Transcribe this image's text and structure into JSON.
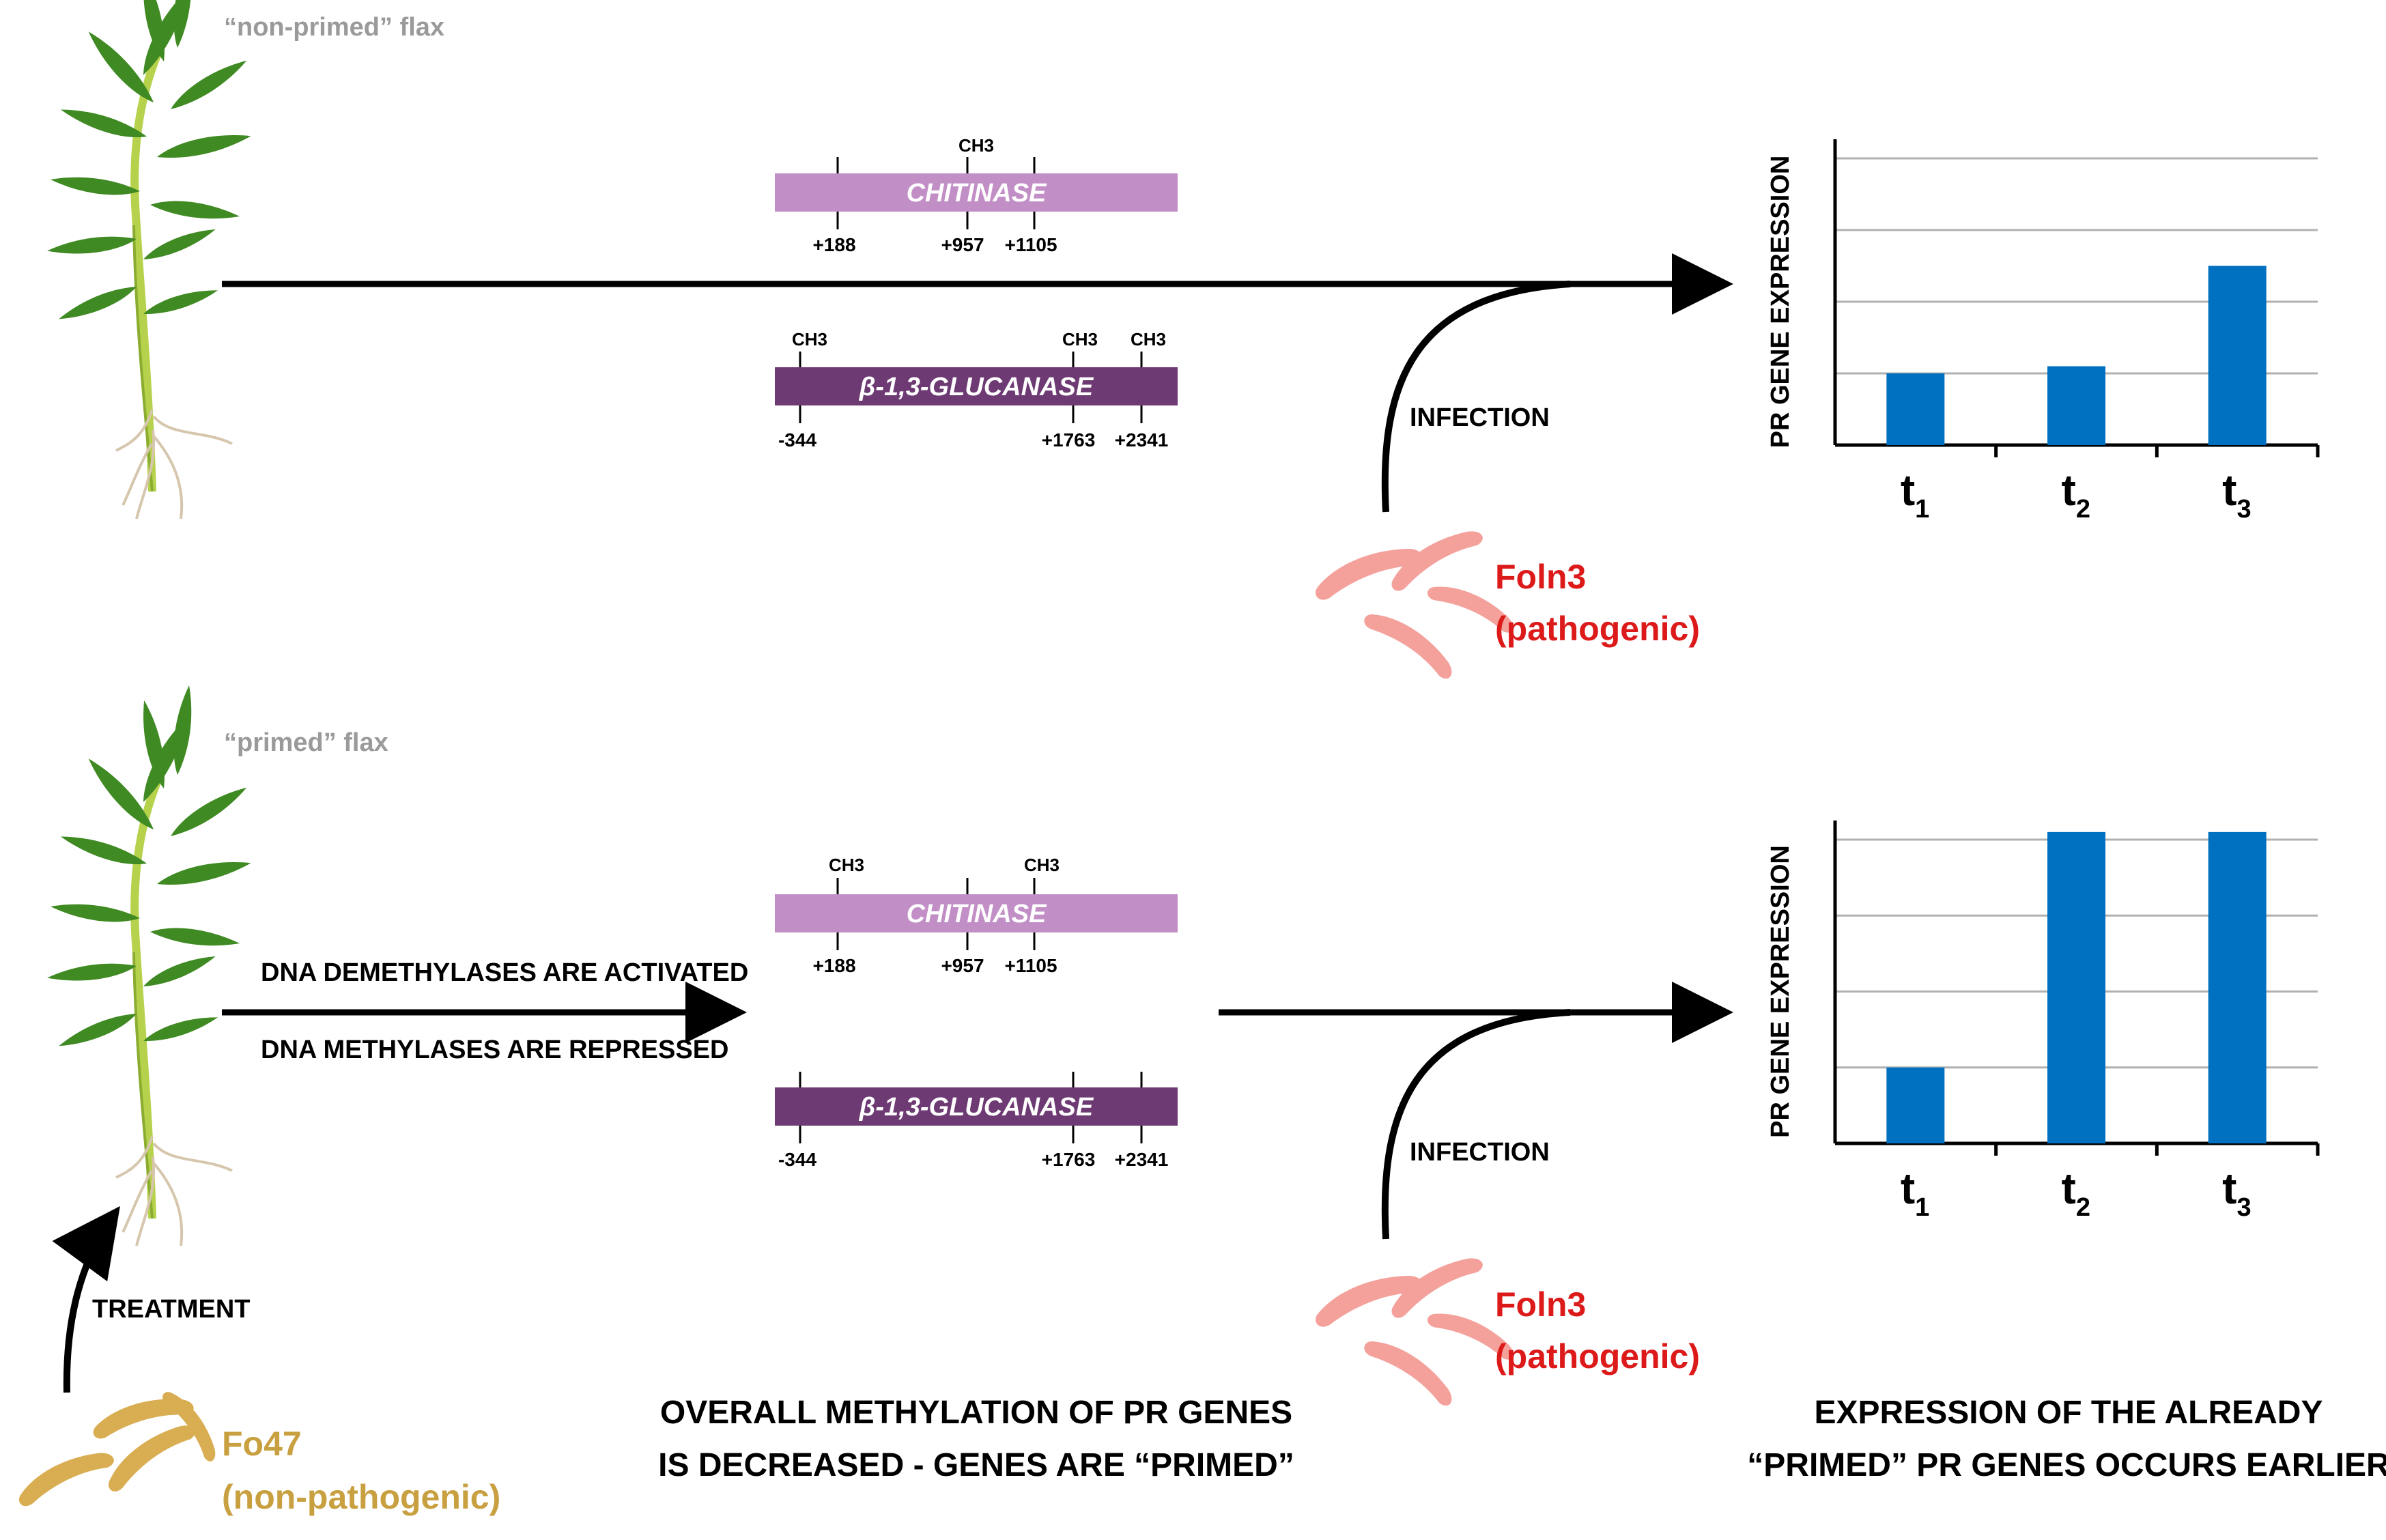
{
  "colors": {
    "chitinase_bar": "#c28ec6",
    "glucanase_bar": "#6e3a73",
    "chart_bar": "#0070c0",
    "pathogen_label": "#dd1a1a",
    "pathogen_body": "#f4a19c",
    "fo47_label": "#c8a040",
    "fo47_body": "#d9ad52",
    "flax_label": "#9a9a9a",
    "plant_leaf": "#3f8a22",
    "plant_stem": "#b6d24c",
    "root": "#d6c6ad"
  },
  "top_panel": {
    "flax_label": "“non-primed” flax",
    "chitinase": {
      "name": "CHITINASE",
      "methyl": [
        "CH3"
      ],
      "positions": [
        "+188",
        "+957",
        "+1105"
      ]
    },
    "glucanase": {
      "name": "β-1,3-GLUCANASE",
      "methyl": [
        "CH3",
        "CH3",
        "CH3"
      ],
      "positions": [
        "-344",
        "+1763",
        "+2341"
      ]
    },
    "infection_label": "INFECTION",
    "pathogen_name": "Foln3",
    "pathogen_type": "(pathogenic)"
  },
  "bottom_panel": {
    "flax_label": "“primed” flax",
    "activated_label": "DNA DEMETHYLASES ARE ACTIVATED",
    "repressed_label": "DNA METHYLASES ARE REPRESSED",
    "chitinase": {
      "name": "CHITINASE",
      "methyl": [
        "CH3",
        "CH3"
      ],
      "positions": [
        "+188",
        "+957",
        "+1105"
      ]
    },
    "glucanase": {
      "name": "β-1,3-GLUCANASE",
      "positions": [
        "-344",
        "+1763",
        "+2341"
      ]
    },
    "infection_label": "INFECTION",
    "pathogen_name": "Foln3",
    "pathogen_type": "(pathogenic)",
    "treatment_label": "TREATMENT",
    "fo47_name": "Fo47",
    "fo47_type": "(non-pathogenic)",
    "caption_line1": "OVERALL METHYLATION OF PR GENES",
    "caption_line2": "IS DECREASED - GENES ARE “PRIMED”",
    "right_caption_line1": "EXPRESSION OF THE ALREADY",
    "right_caption_line2": "“PRIMED” PR GENES OCCURS EARLIER"
  },
  "chart_data": [
    {
      "type": "bar",
      "ylabel": "PR GENE EXPRESSION",
      "categories": [
        "t1",
        "t2",
        "t3"
      ],
      "values": [
        1.0,
        1.1,
        2.5
      ],
      "ylim": [
        0,
        4
      ],
      "grid": true
    },
    {
      "type": "bar",
      "ylabel": "PR GENE EXPRESSION",
      "categories": [
        "t1",
        "t2",
        "t3"
      ],
      "values": [
        1.0,
        4.1,
        4.1
      ],
      "ylim": [
        0,
        4
      ],
      "grid": true
    }
  ]
}
